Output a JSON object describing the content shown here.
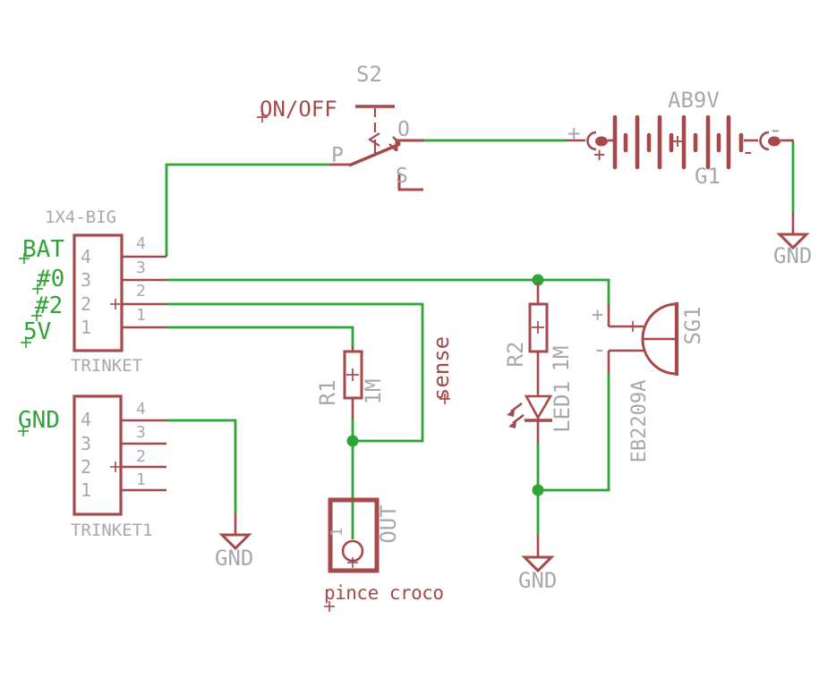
{
  "colors": {
    "wire_green": "#2FA437",
    "symbol_red": "#A5494B",
    "label_gray": "#A8A8A8"
  },
  "switch": {
    "ref": "S2",
    "net_label": "ON/OFF",
    "pin_p": "P",
    "pin_o": "O",
    "pin_s": "S"
  },
  "battery": {
    "value": "AB9V",
    "ref": "G1",
    "plus_outer": "+",
    "plus_inner": "+",
    "minus_outer": "-",
    "minus_inner": "-",
    "gnd": "GND"
  },
  "trinket": {
    "package": "1X4-BIG",
    "ref": "TRINKET",
    "pins_inside": [
      "4",
      "3",
      "2",
      "1"
    ],
    "pins_outside": [
      "4",
      "3",
      "2",
      "1"
    ],
    "nets": {
      "bat": "BAT",
      "d0": "#0",
      "d2": "#2",
      "v5": "5V"
    }
  },
  "trinket1": {
    "ref": "TRINKET1",
    "net_gnd": "GND",
    "pins_inside": [
      "4",
      "3",
      "2",
      "1"
    ],
    "pins_outside": [
      "4",
      "3",
      "2",
      "1"
    ],
    "gnd": "GND"
  },
  "r1": {
    "ref": "R1",
    "value": "1M"
  },
  "r2": {
    "ref": "R2",
    "value": "1M"
  },
  "led": {
    "ref": "LED1",
    "gnd": "GND"
  },
  "buzzer": {
    "ref": "SG1",
    "value": "EB2209A",
    "plus": "+",
    "minus": "-"
  },
  "out": {
    "ref": "OUT",
    "pin": "1",
    "net_label": "pince croco"
  },
  "net_sense": "sense"
}
